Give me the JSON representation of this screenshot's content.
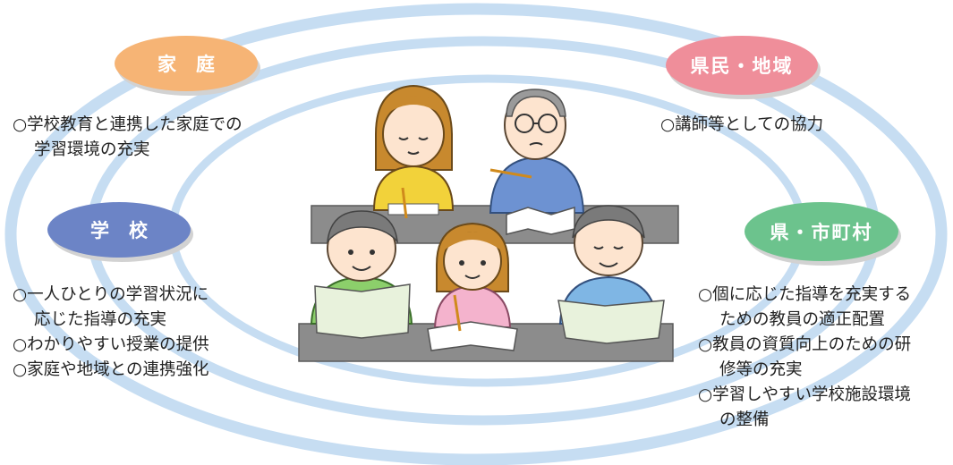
{
  "labels": {
    "family": "家庭",
    "citizens": "県民・地域",
    "school": "学校",
    "municipal": "県・市町村"
  },
  "family": {
    "items": [
      {
        "line1": "○学校教育と連携した家庭での",
        "line2": "学習環境の充実"
      }
    ]
  },
  "citizens": {
    "items": [
      {
        "line1": "○講師等としての協力"
      }
    ]
  },
  "school": {
    "items": [
      {
        "line1": "○一人ひとりの学習状況に",
        "line2": "応じた指導の充実"
      },
      {
        "line1": "○わかりやすい授業の提供"
      },
      {
        "line1": "○家庭や地域との連携強化"
      }
    ]
  },
  "municipal": {
    "items": [
      {
        "line1": "○個に応じた指導を充実する",
        "line2": "ための教員の適正配置"
      },
      {
        "line1": "○教員の資質向上のための研",
        "line2": "修等の充実"
      },
      {
        "line1": "○学習しやすい学校施設環境",
        "line2": "の整備"
      }
    ]
  },
  "colors": {
    "ring": "#bcd6ee",
    "family": "#f6b475",
    "citizens": "#ef8e9a",
    "school": "#6c84c6",
    "municipal": "#6cc38d",
    "desk": "#8c8c8c"
  }
}
